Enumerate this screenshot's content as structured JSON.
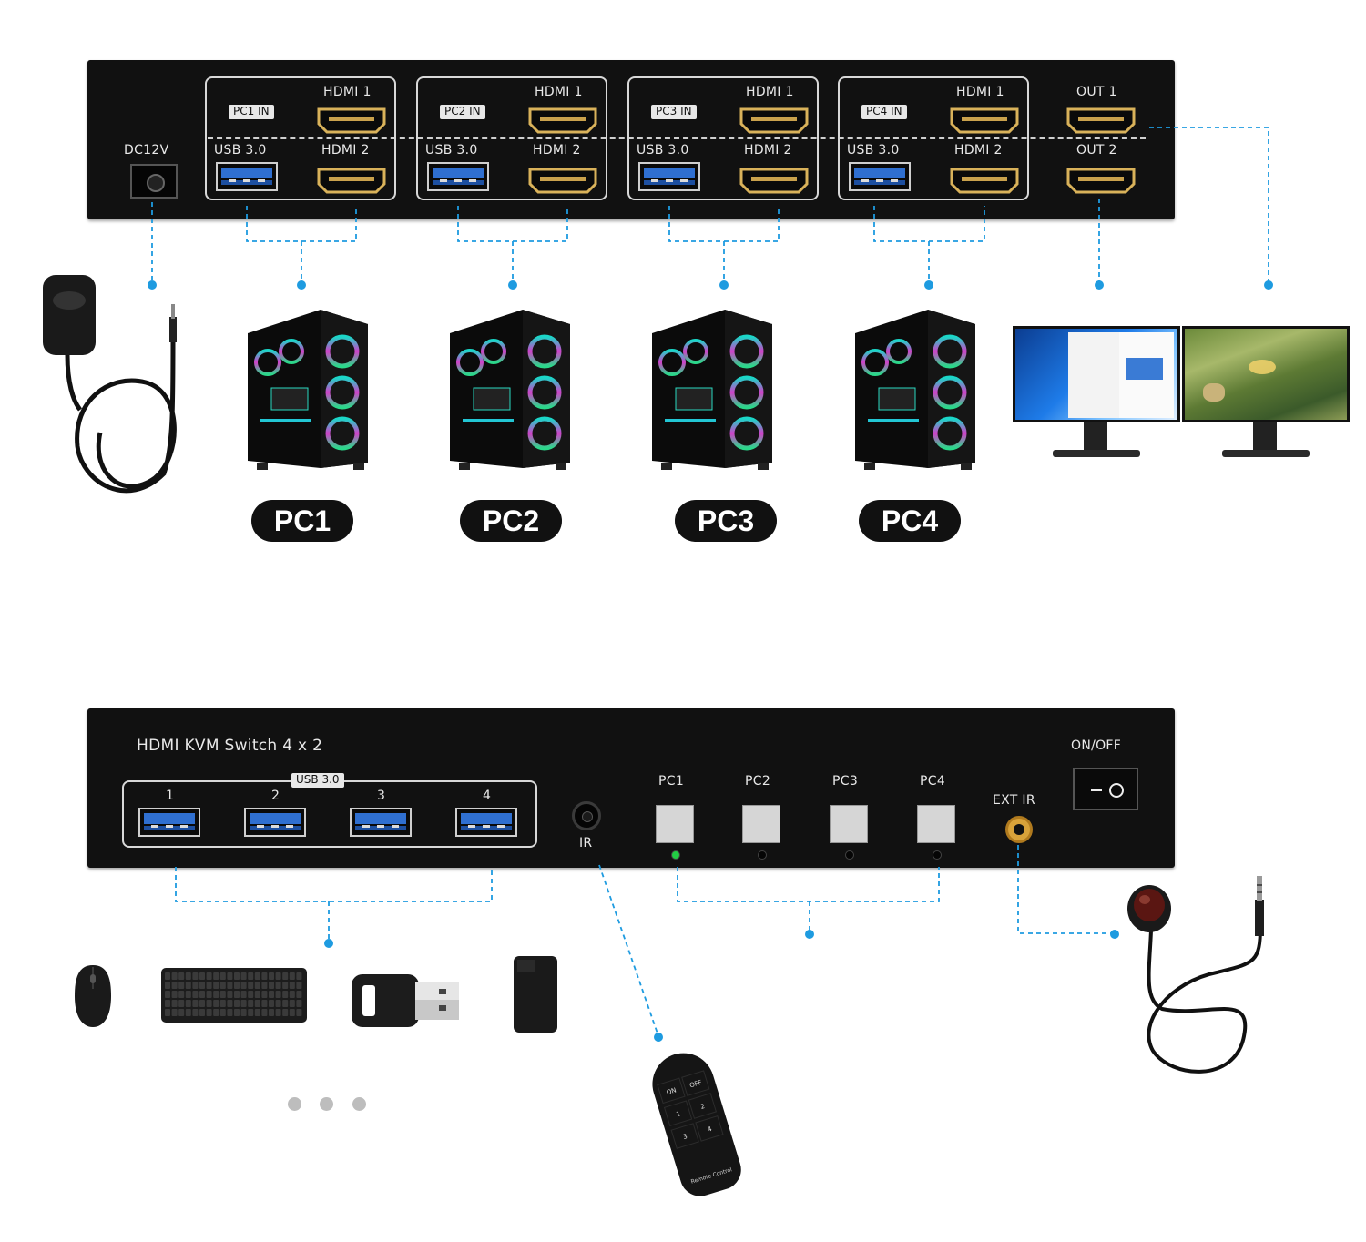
{
  "rear_panel": {
    "power_label": "DC12V",
    "groups": [
      {
        "tag": "PC1 IN",
        "hdmi1": "HDMI 1",
        "hdmi2": "HDMI 2",
        "usb": "USB 3.0"
      },
      {
        "tag": "PC2 IN",
        "hdmi1": "HDMI 1",
        "hdmi2": "HDMI 2",
        "usb": "USB 3.0"
      },
      {
        "tag": "PC3 IN",
        "hdmi1": "HDMI 1",
        "hdmi2": "HDMI 2",
        "usb": "USB 3.0"
      },
      {
        "tag": "PC4 IN",
        "hdmi1": "HDMI 1",
        "hdmi2": "HDMI 2",
        "usb": "USB 3.0"
      }
    ],
    "out1": "OUT 1",
    "out2": "OUT 2"
  },
  "pc_labels": [
    "PC1",
    "PC2",
    "PC3",
    "PC4"
  ],
  "front_panel": {
    "title": "HDMI KVM Switch 4 x 2",
    "usb_tag": "USB 3.0",
    "usb_ports": [
      "1",
      "2",
      "3",
      "4"
    ],
    "ir_label": "IR",
    "buttons": [
      "PC1",
      "PC2",
      "PC3",
      "PC4"
    ],
    "active_button": "PC1",
    "ext_ir_label": "EXT IR",
    "power_switch_label": "ON/OFF"
  },
  "remote": {
    "keys": [
      "ON",
      "OFF",
      "1",
      "2",
      "3",
      "4"
    ],
    "brand": "Remote Control"
  },
  "colors": {
    "connector_line": "#1e9be0",
    "panel": "#111111",
    "usb_blue": "#2f6fd0",
    "led_active": "#22cc44"
  }
}
